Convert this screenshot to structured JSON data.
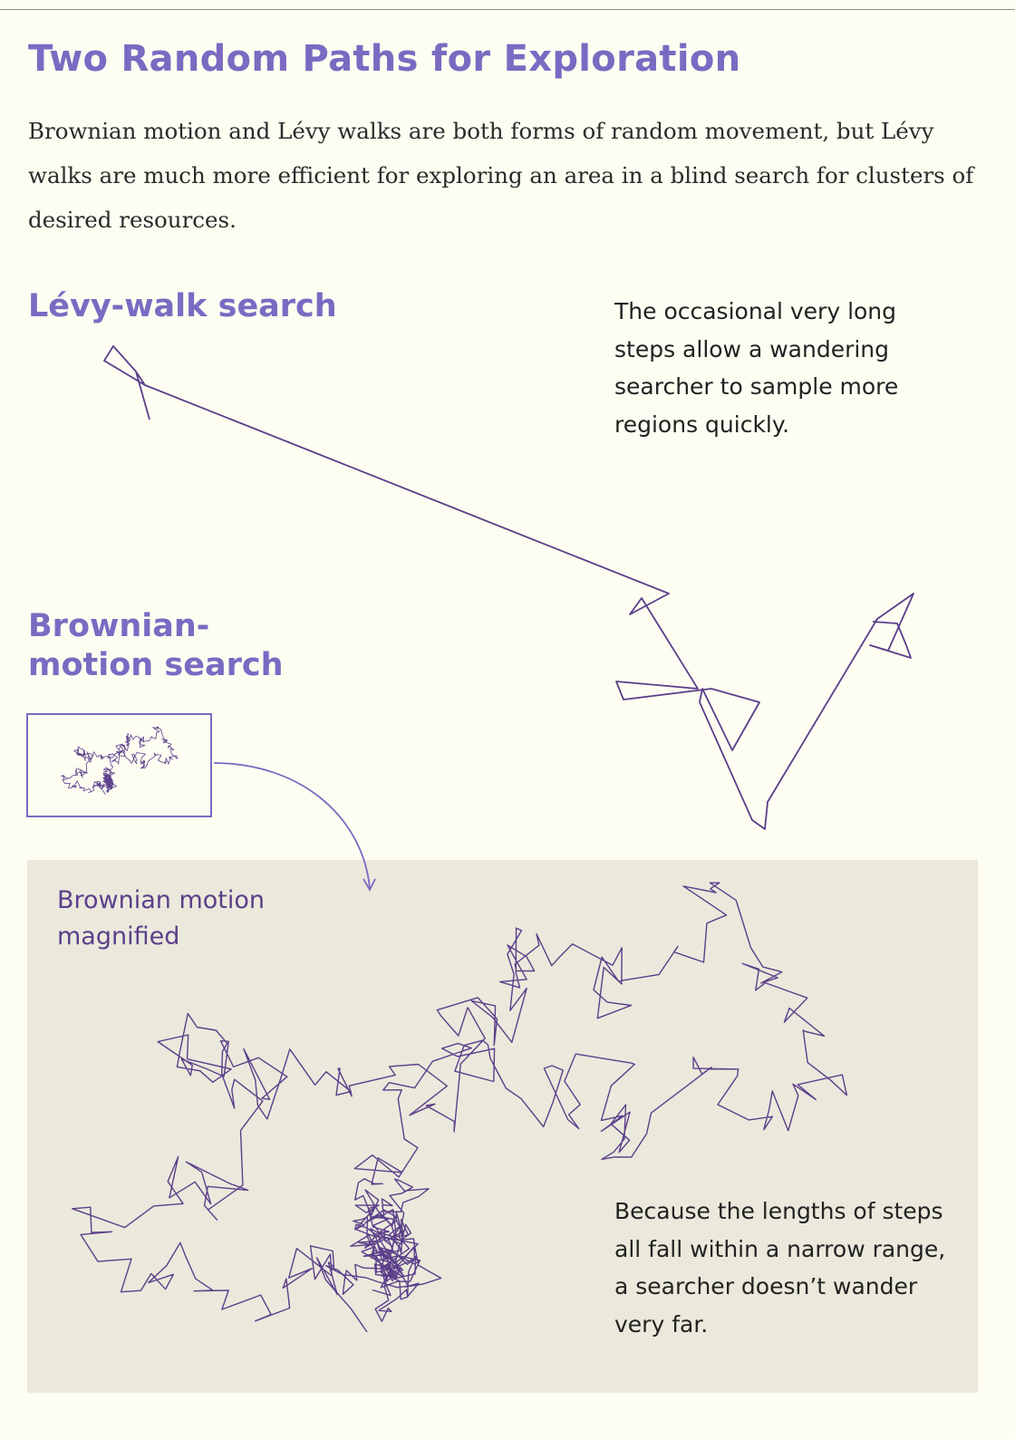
{
  "title": "Two Random Paths for Exploration",
  "intro": "Brownian motion and Lévy walks are both forms of random movement, but Lévy walks are much more efficient for exploring an area in a blind search for clusters of desired resources.",
  "levy": {
    "label": "Lévy-walk search",
    "note": "The occasional very long steps allow a wandering searcher to sample more regions quickly."
  },
  "brownian": {
    "label": "Brownian-motion search",
    "magnified_label": "Brownian motion magnified",
    "note": "Because the lengths of steps all fall within a narrow range, a searcher doesn’t wander very far."
  },
  "colors": {
    "accent": "#7b6ac2",
    "path": "#5b3f8a",
    "panel": "#ebe9dc",
    "background": "#fdfdf2"
  }
}
